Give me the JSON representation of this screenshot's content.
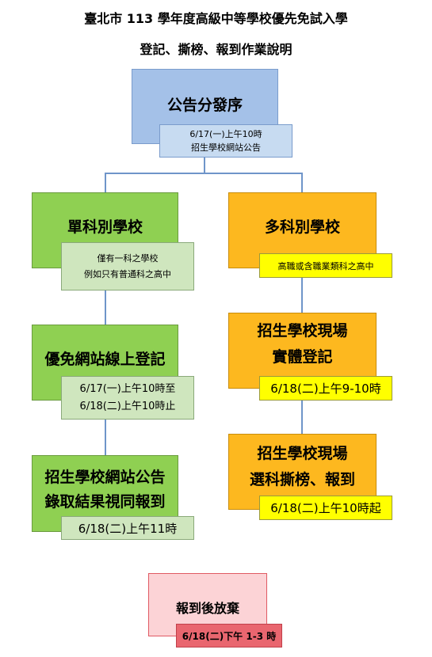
{
  "header": {
    "title_line1": "臺北市 113 學年度高級中等學校優先免試入學",
    "title_line2": "登記、撕榜、報到作業說明"
  },
  "announce": {
    "title": "公告分發序",
    "detail_line1": "6/17(一)上午10時",
    "detail_line2": "招生學校網站公告"
  },
  "left_branch": {
    "school": {
      "title": "單科別學校",
      "detail_line1": "僅有一科之學校",
      "detail_line2": "例如只有普通科之高中"
    },
    "register": {
      "title": "優免網站線上登記",
      "detail_line1": "6/17(一)上午10時至",
      "detail_line2": "6/18(二)上午10時止"
    },
    "result": {
      "title_line1": "招生學校網站公告",
      "title_line2": "錄取結果視同報到",
      "detail": "6/18(二)上午11時"
    }
  },
  "right_branch": {
    "school": {
      "title": "多科別學校",
      "detail": "高職或含職業類科之高中"
    },
    "register": {
      "title_line1": "招生學校現場",
      "title_line2": "實體登記",
      "detail": "6/18(二)上午9-10時"
    },
    "report": {
      "title_line1": "招生學校現場",
      "title_line2": "選科撕榜、報到",
      "detail": "6/18(二)上午10時起"
    }
  },
  "abandon": {
    "title": "報到後放棄",
    "detail": "6/18(二)下午 1-3 時"
  },
  "colors": {
    "blue": "#a4c1e8",
    "blue_light": "#c7dbf1",
    "green": "#8fd052",
    "green_light": "#cfe6be",
    "orange": "#fdb81f",
    "yellow": "#ffff00",
    "pink": "#fcd3d6",
    "pink_detail": "#e9666f",
    "connector": "#6f95c9"
  }
}
